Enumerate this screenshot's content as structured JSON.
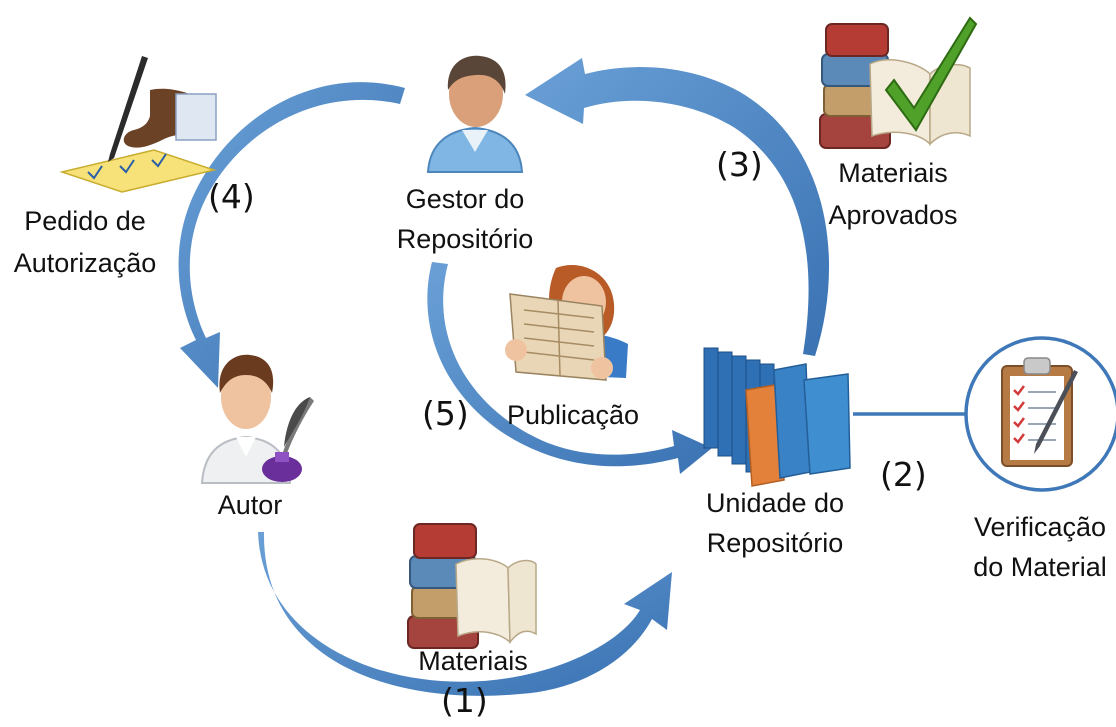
{
  "colors": {
    "arrow": "#4a85c3",
    "arrow_dark": "#2f63a0",
    "connector": "#3f78b8"
  },
  "nodes": {
    "gestor": {
      "line1": "Gestor do",
      "line2": "Repositório",
      "icon": "manager-person-icon"
    },
    "autor": {
      "label": "Autor",
      "icon": "author-with-quill-icon"
    },
    "unidade": {
      "line1": "Unidade do",
      "line2": "Repositório",
      "icon": "folders-icon"
    },
    "verificacao": {
      "line1": "Verificação",
      "line2": "do Material",
      "icon": "clipboard-checklist-icon"
    },
    "pedido": {
      "line1": "Pedido de",
      "line2": "Autorização",
      "icon": "signing-hand-icon"
    },
    "aprovados": {
      "line1": "Materiais",
      "line2": "Aprovados",
      "icon": "books-checkmark-icon"
    },
    "publicacao": {
      "label": "Publicação",
      "icon": "reader-newspaper-icon"
    },
    "materiais": {
      "label": "Materiais",
      "icon": "books-icon"
    }
  },
  "steps": {
    "s1": "(1)",
    "s2": "(2)",
    "s3": "(3)",
    "s4": "(4)",
    "s5": "(5)"
  }
}
